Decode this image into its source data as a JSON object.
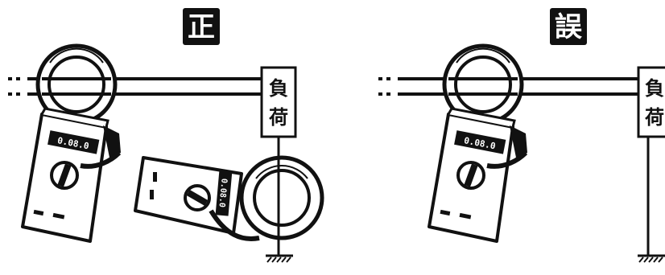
{
  "panels": {
    "correct": {
      "badge": "正",
      "load_chars": [
        "負",
        "荷"
      ]
    },
    "wrong": {
      "badge": "誤",
      "load_chars": [
        "負",
        "荷"
      ]
    }
  },
  "meter": {
    "display": "0.08.0"
  },
  "colors": {
    "ink": "#111111",
    "background": "#ffffff",
    "badge_bg": "#111111",
    "badge_text": "#ffffff"
  }
}
